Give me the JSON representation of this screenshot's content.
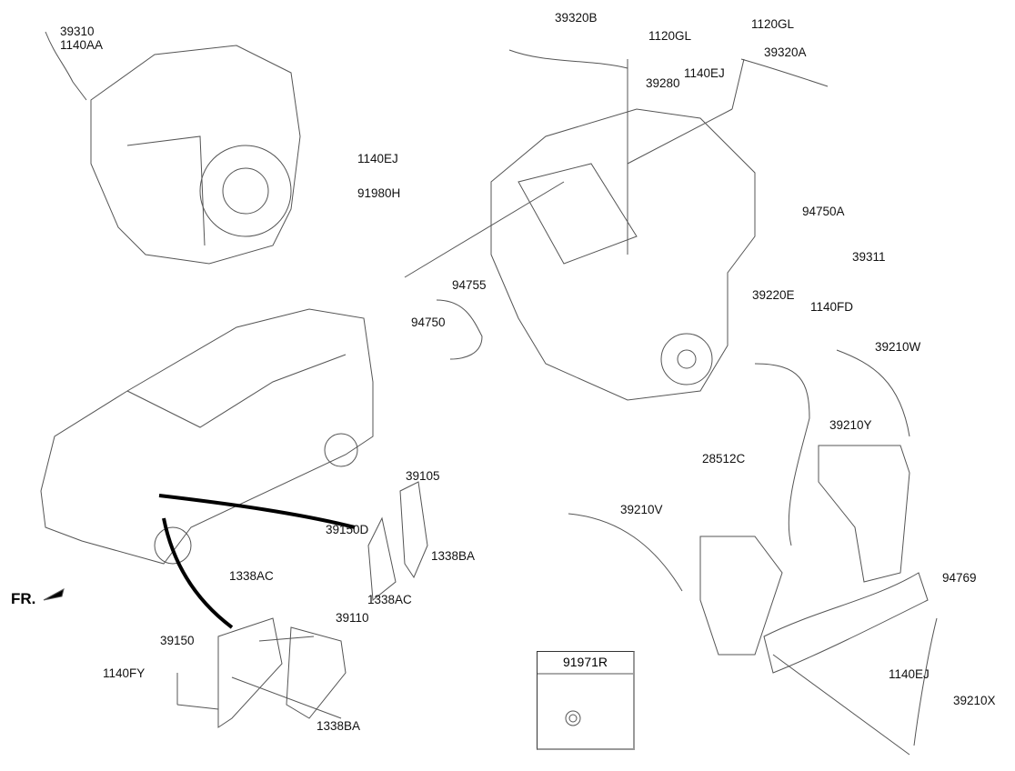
{
  "diagram": {
    "direction_label": "FR.",
    "inset_box": {
      "part_number": "91971R"
    },
    "part_labels": [
      {
        "id": "39310",
        "text": "39310"
      },
      {
        "id": "1140AA",
        "text": "1140AA"
      },
      {
        "id": "39320B",
        "text": "39320B"
      },
      {
        "id": "1120GL-a",
        "text": "1120GL"
      },
      {
        "id": "1120GL-b",
        "text": "1120GL"
      },
      {
        "id": "39320A",
        "text": "39320A"
      },
      {
        "id": "1140EJ-a",
        "text": "1140EJ"
      },
      {
        "id": "39280",
        "text": "39280"
      },
      {
        "id": "1140EJ-b",
        "text": "1140EJ"
      },
      {
        "id": "91980H",
        "text": "91980H"
      },
      {
        "id": "94750A",
        "text": "94750A"
      },
      {
        "id": "39311",
        "text": "39311"
      },
      {
        "id": "39220E",
        "text": "39220E"
      },
      {
        "id": "1140FD",
        "text": "1140FD"
      },
      {
        "id": "94755",
        "text": "94755"
      },
      {
        "id": "94750",
        "text": "94750"
      },
      {
        "id": "39210W",
        "text": "39210W"
      },
      {
        "id": "39210Y",
        "text": "39210Y"
      },
      {
        "id": "28512C",
        "text": "28512C"
      },
      {
        "id": "39105",
        "text": "39105"
      },
      {
        "id": "39150D",
        "text": "39150D"
      },
      {
        "id": "1338BA-a",
        "text": "1338BA"
      },
      {
        "id": "1338AC-a",
        "text": "1338AC"
      },
      {
        "id": "1338AC-b",
        "text": "1338AC"
      },
      {
        "id": "39210V",
        "text": "39210V"
      },
      {
        "id": "94769",
        "text": "94769"
      },
      {
        "id": "39110",
        "text": "39110"
      },
      {
        "id": "39150",
        "text": "39150"
      },
      {
        "id": "1140FY",
        "text": "1140FY"
      },
      {
        "id": "1338BA-b",
        "text": "1338BA"
      },
      {
        "id": "1140EJ-c",
        "text": "1140EJ"
      },
      {
        "id": "39210X",
        "text": "39210X"
      }
    ]
  }
}
